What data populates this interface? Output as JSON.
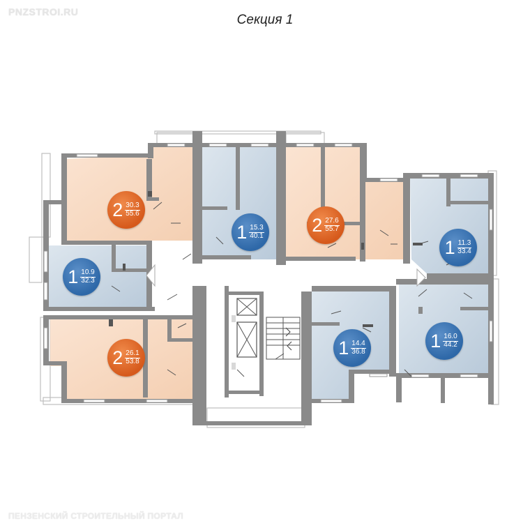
{
  "watermark_top": "PNZSTROI.RU",
  "watermark_bottom": "ПЕНЗЕНСКИЙ СТРОИТЕЛЬНЫЙ ПОРТАЛ",
  "title": "Секция 1",
  "colors": {
    "wall": "#8a8a8a",
    "two_room_fill": "#f7dcc6",
    "one_room_fill": "#cbd7e3",
    "corridor": "#ffffff",
    "badge_orange": "#d65a1c",
    "badge_blue": "#2e68a8"
  },
  "apartments": [
    {
      "rooms": "2",
      "living": "30.3",
      "total": "55.6",
      "color": "orange"
    },
    {
      "rooms": "1",
      "living": "15.3",
      "total": "40.1",
      "color": "blue"
    },
    {
      "rooms": "2",
      "living": "27.6",
      "total": "55.7",
      "color": "orange"
    },
    {
      "rooms": "1",
      "living": "11.3",
      "total": "33.4",
      "color": "blue"
    },
    {
      "rooms": "1",
      "living": "10.9",
      "total": "32.3",
      "color": "blue"
    },
    {
      "rooms": "2",
      "living": "26.1",
      "total": "53.8",
      "color": "orange"
    },
    {
      "rooms": "1",
      "living": "14.4",
      "total": "36.8",
      "color": "blue"
    },
    {
      "rooms": "1",
      "living": "16.0",
      "total": "44.2",
      "color": "blue"
    }
  ]
}
